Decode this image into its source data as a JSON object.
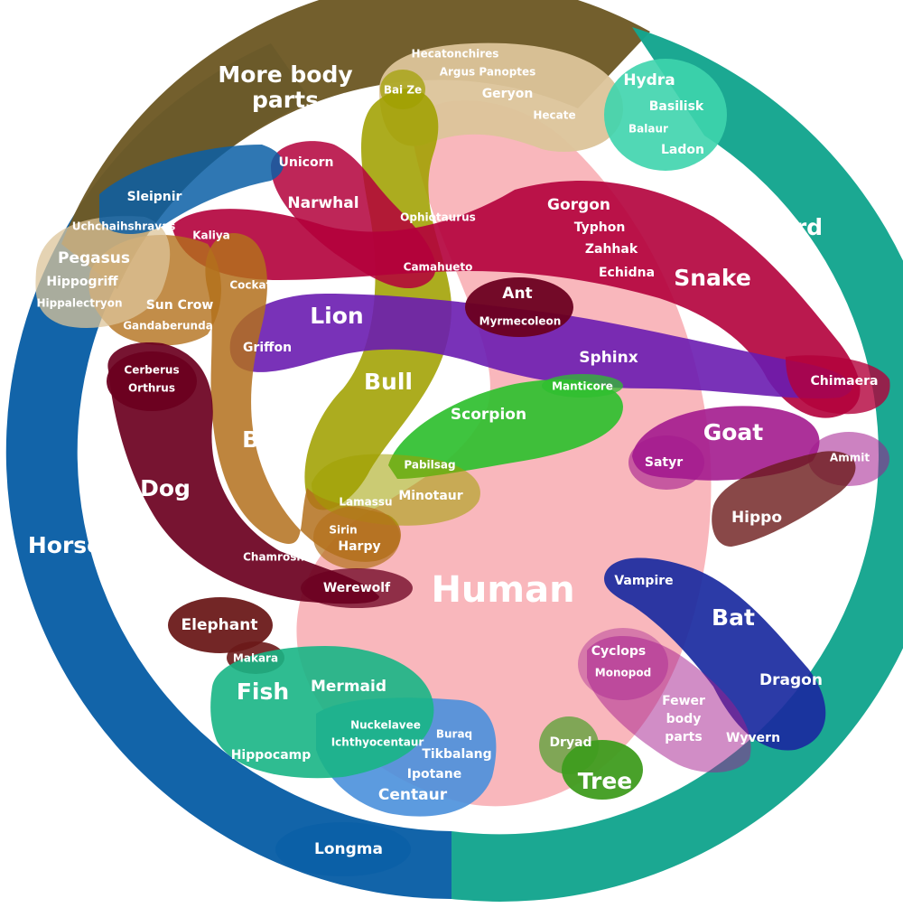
{
  "colors": {
    "horse": "#0a5fa6",
    "more_body_parts": "#6e5a26",
    "lizard": "#14a58e",
    "human": "#f8b1b6",
    "snake": "#b3003b",
    "bird": "#b3701c",
    "dog": "#6b0020",
    "bull": "#a0a000",
    "lion": "#6a1cb0",
    "scorpion": "#2fbf2f",
    "goat": "#a31b8e",
    "bat": "#1a2aa0",
    "fish": "#18b585",
    "centaur_blob": "#4a90dc",
    "elephant": "#6b1a1a",
    "tree": "#3f9c1f",
    "hydra_blob": "#3ed4ad",
    "hecate_blob": "#dcc49a"
  },
  "categories": {
    "human": "Human",
    "horse": "Horse",
    "more_body_parts": "More body parts",
    "lizard": "Lizard",
    "snake": "Snake",
    "lion": "Lion",
    "bull": "Bull",
    "bird": "Bird",
    "dog": "Dog",
    "goat": "Goat",
    "bat": "Bat",
    "fish": "Fish",
    "tree": "Tree",
    "hippo": "Hippo",
    "elephant": "Elephant",
    "ant": "Ant",
    "scorpion": "Scorpion",
    "dragon": "Dragon",
    "fewer_body_parts": "Fewer body parts"
  },
  "creatures": {
    "hecatonchires": "Hecatonchires",
    "argus_panoptes": "Argus Panoptes",
    "geryon": "Geryon",
    "hecate": "Hecate",
    "bai_ze": "Bai Ze",
    "hydra": "Hydra",
    "basilisk": "Basilisk",
    "balaur": "Balaur",
    "ladon": "Ladon",
    "unicorn": "Unicorn",
    "narwhal": "Narwhal",
    "ophiotaurus": "Ophiotaurus",
    "camahueto": "Camahueto",
    "gorgon": "Gorgon",
    "typhon": "Typhon",
    "zahhak": "Zahhak",
    "echidna": "Echidna",
    "sleipnir": "Sleipnir",
    "uchchaihshravas": "Uchchaihshravas",
    "kaliya": "Kaliya",
    "pegasus": "Pegasus",
    "hippogriff": "Hippogriff",
    "hippalectryon": "Hippalectryon",
    "sun_crow": "Sun Crow",
    "gandaberunda": "Gandaberunda",
    "cockatrice": "Cockatrice",
    "griffon": "Griffon",
    "myrmecoleon": "Myrmecoleon",
    "sphinx": "Sphinx",
    "manticore": "Manticore",
    "chimaera": "Chimaera",
    "cerberus": "Cerberus",
    "orthrus": "Orthrus",
    "satyr": "Satyr",
    "ammit": "Ammit",
    "pabilsag": "Pabilsag",
    "lamassu": "Lamassu",
    "minotaur": "Minotaur",
    "sirin": "Sirin",
    "harpy": "Harpy",
    "chamrosh": "Chamrosh",
    "werewolf": "Werewolf",
    "vampire": "Vampire",
    "cyclops": "Cyclops",
    "monopod": "Monopod",
    "makara": "Makara",
    "mermaid": "Mermaid",
    "nuckelavee": "Nuckelavee",
    "ichthyocentaur": "Ichthyocentaur",
    "buraq": "Buraq",
    "tikbalang": "Tikbalang",
    "ipotane": "Ipotane",
    "centaur": "Centaur",
    "hippocamp": "Hippocamp",
    "dryad": "Dryad",
    "wyvern": "Wyvern",
    "longma": "Longma"
  }
}
